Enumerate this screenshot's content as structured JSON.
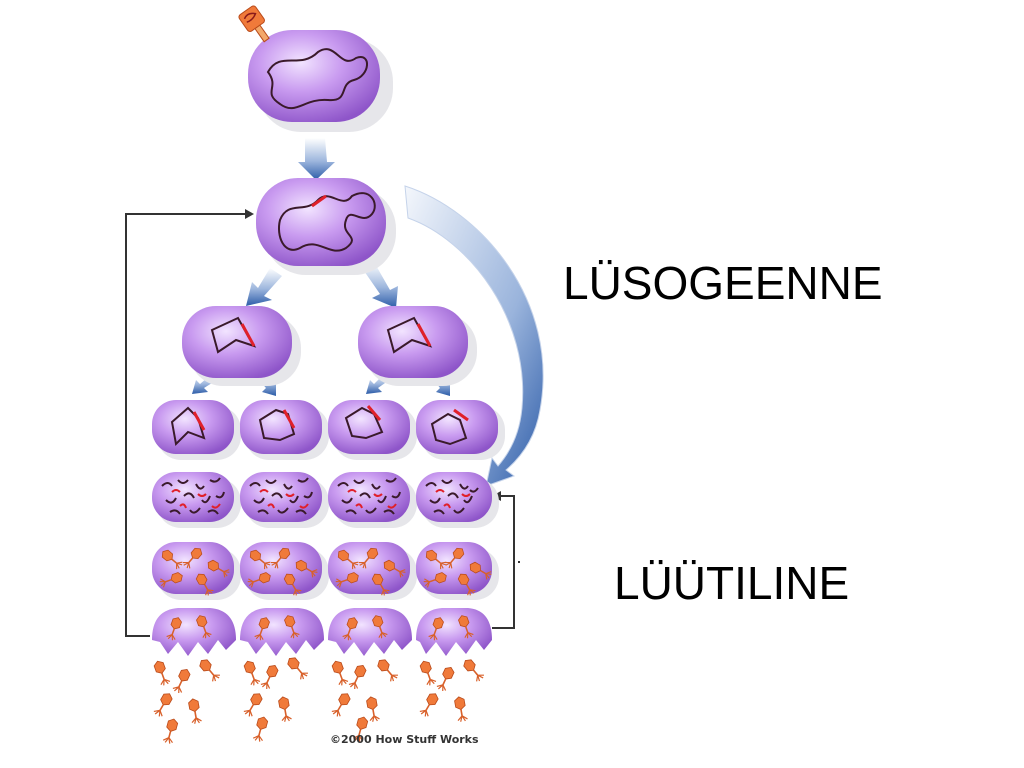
{
  "diagram": {
    "lysogenic_label": "LÜSOGEENNE",
    "lytic_label": "LÜÜTILINE",
    "credit": "©2000 How Stuff Works",
    "colors": {
      "cell_fill": "#c79be8",
      "cell_dark": "#9b63cf",
      "cell_shadow": "#e8e8ec",
      "dna": "#3a1a2a",
      "prophage": "#e0202a",
      "arrow_blue": "#3f6fb8",
      "phage": "#f07a3a",
      "line": "#333333"
    }
  }
}
